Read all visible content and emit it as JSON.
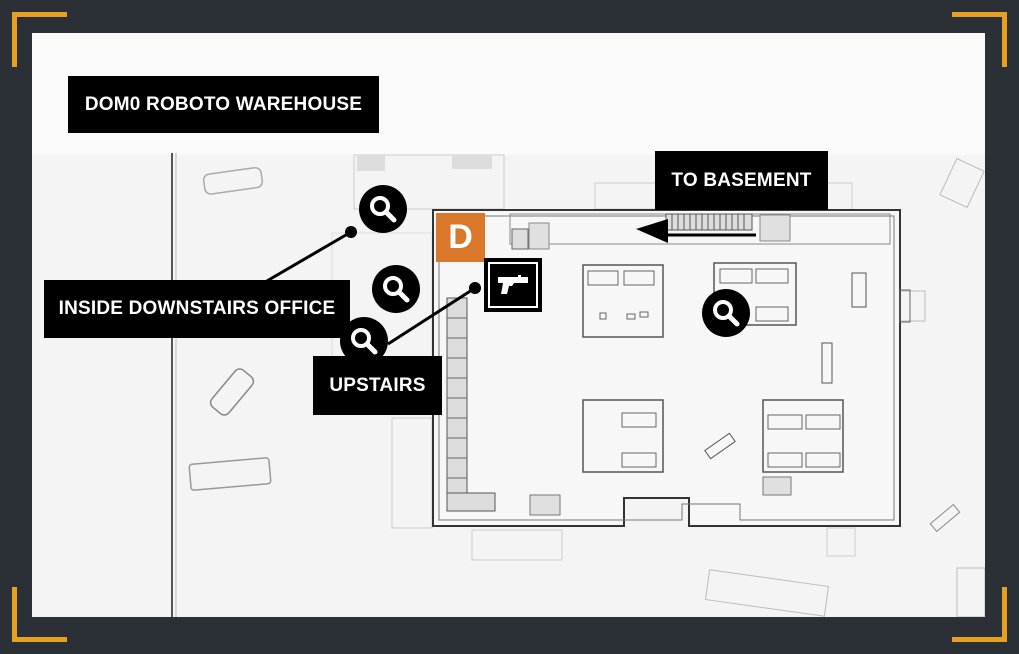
{
  "map": {
    "title": "DOM0 ROBOTO WAREHOUSE",
    "labels": {
      "to_basement": "TO BASEMENT",
      "inside_downstairs_office": "INSIDE DOWNSTAIRS OFFICE",
      "upstairs": "UPSTAIRS"
    },
    "markers": {
      "door_marker": "D",
      "weapon_icon": "pistol-icon",
      "search_icon": "magnifier-icon"
    },
    "colors": {
      "frame": "#2b2f36",
      "corner_accent": "#e8a020",
      "door_marker": "#d9782a",
      "label_bg": "#000000",
      "label_text": "#ffffff"
    }
  }
}
